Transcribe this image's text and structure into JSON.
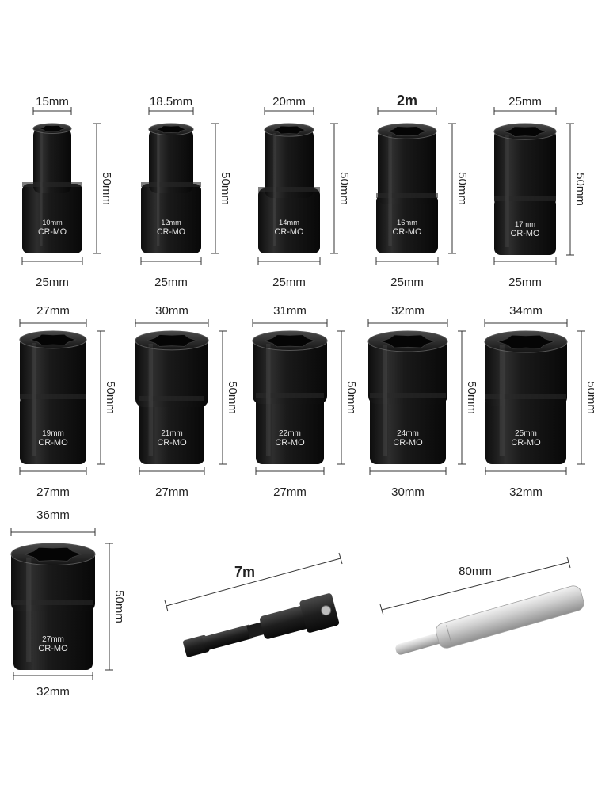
{
  "sockets": [
    {
      "id": "s10",
      "top_width": "15mm",
      "height": "50mm",
      "bottom_width": "25mm",
      "size": "10mm",
      "material": "CR-MO"
    },
    {
      "id": "s12",
      "top_width": "18.5mm",
      "height": "50mm",
      "bottom_width": "25mm",
      "size": "12mm",
      "material": "CR-MO"
    },
    {
      "id": "s14",
      "top_width": "20mm",
      "height": "50mm",
      "bottom_width": "25mm",
      "size": "14mm",
      "material": "CR-MO"
    },
    {
      "id": "s16",
      "top_width": "2m",
      "height": "50mm",
      "bottom_width": "25mm",
      "size": "16mm",
      "material": "CR-MO"
    },
    {
      "id": "s17",
      "top_width": "25mm",
      "height": "50mm",
      "bottom_width": "25mm",
      "size": "17mm",
      "material": "CR-MO"
    },
    {
      "id": "s19",
      "top_width": "27mm",
      "height": "50mm",
      "bottom_width": "27mm",
      "size": "19mm",
      "material": "CR-MO"
    },
    {
      "id": "s21",
      "top_width": "30mm",
      "height": "50mm",
      "bottom_width": "27mm",
      "size": "21mm",
      "material": "CR-MO"
    },
    {
      "id": "s22",
      "top_width": "31mm",
      "height": "50mm",
      "bottom_width": "27mm",
      "size": "22mm",
      "material": "CR-MO"
    },
    {
      "id": "s24",
      "top_width": "32mm",
      "height": "50mm",
      "bottom_width": "30mm",
      "size": "24mm",
      "material": "CR-MO"
    },
    {
      "id": "s25",
      "top_width": "34mm",
      "height": "50mm",
      "bottom_width": "32mm",
      "size": "25mm",
      "material": "CR-MO"
    },
    {
      "id": "s27",
      "top_width": "36mm",
      "height": "50mm",
      "bottom_width": "32mm",
      "size": "27mm",
      "material": "CR-MO"
    }
  ],
  "adapter": {
    "length": "7m"
  },
  "rod": {
    "length": "80mm"
  },
  "colors": {
    "socket": "#1c1c1c",
    "socket_highlight": "#3a3a3a",
    "rod": "#cfcfcf",
    "dimension_line": "#333333"
  }
}
